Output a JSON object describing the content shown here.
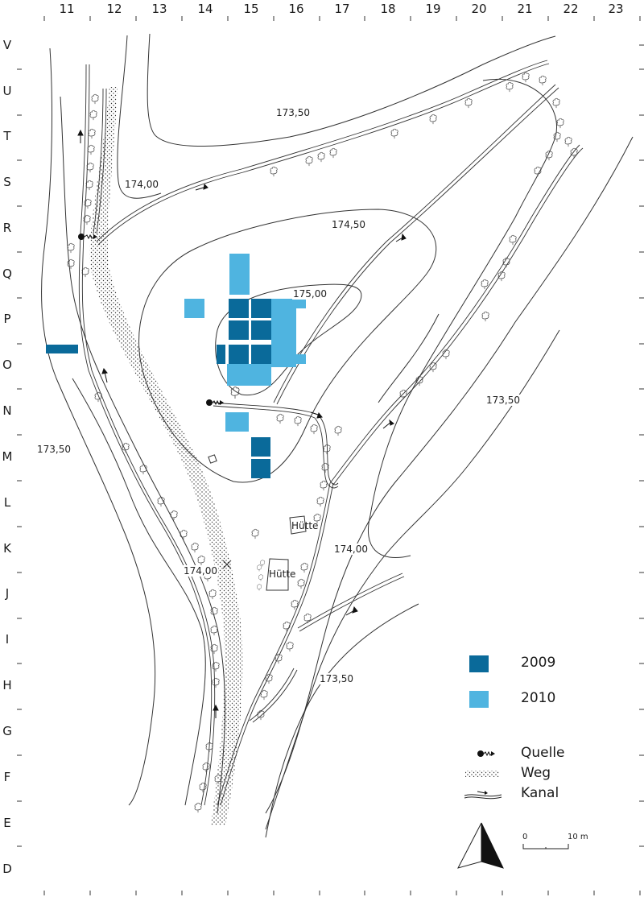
{
  "map": {
    "type": "archaeological site plan",
    "grid": {
      "columns": [
        "11",
        "12",
        "13",
        "14",
        "15",
        "16",
        "17",
        "18",
        "19",
        "20",
        "21",
        "22",
        "23"
      ],
      "rows": [
        "V",
        "U",
        "T",
        "S",
        "R",
        "Q",
        "P",
        "O",
        "N",
        "M",
        "L",
        "K",
        "J",
        "I",
        "H",
        "G",
        "F",
        "E",
        "D"
      ]
    },
    "contours": {
      "c1": "173,50",
      "c2": "174,00",
      "c3": "174,50",
      "c4": "175,00",
      "c5": "173,50",
      "c6": "173,50",
      "c7": "174,00",
      "c8": "174,00",
      "c9": "173,50"
    },
    "huts": {
      "hut1": "Hütte",
      "hut2": "Hütte"
    },
    "colors": {
      "trench_2009": "#0a6a9a",
      "trench_2010": "#4fb4e0",
      "line": "#333333"
    }
  },
  "legend": {
    "items": [
      {
        "label": "2009",
        "color": "#0a6a9a",
        "symbol": "square-dark-blue"
      },
      {
        "label": "2010",
        "color": "#4fb4e0",
        "symbol": "square-light-blue"
      },
      {
        "label": "Quelle",
        "symbol": "spring-icon"
      },
      {
        "label": "Weg",
        "symbol": "path-dots-icon"
      },
      {
        "label": "Kanal",
        "symbol": "canal-icon"
      }
    ],
    "scale": {
      "start": "0",
      "end": "10 m"
    },
    "north_arrow": "north-arrow-icon"
  }
}
